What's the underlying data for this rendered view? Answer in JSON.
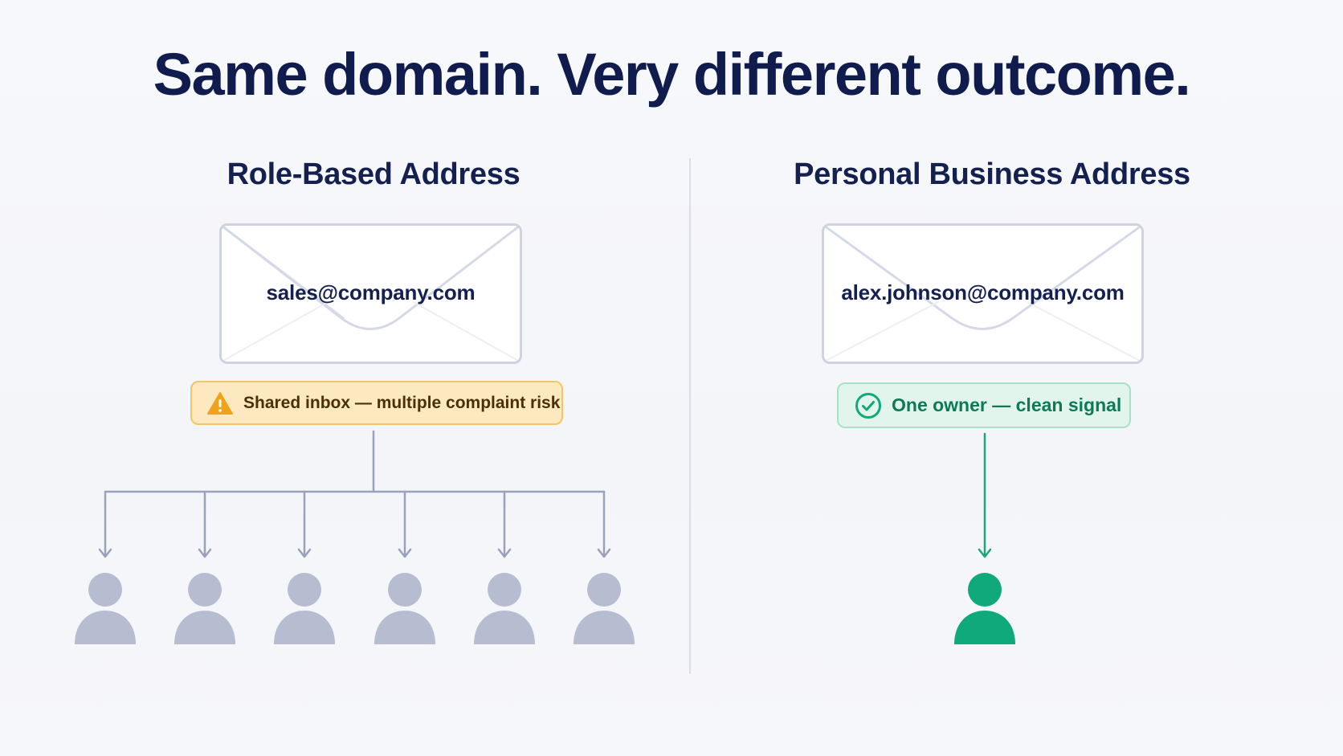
{
  "title": "Same domain. Very different outcome.",
  "left": {
    "heading": "Role-Based Address",
    "email": "sales@company.com",
    "badge_text": "Shared inbox — multiple complaint risk",
    "badge_icon": "warning-icon",
    "recipient_count": 6,
    "colors": {
      "badge_bg": "#fde9c0",
      "badge_border": "#f3c566",
      "person": "#b7bdd1",
      "connector": "#9aa1bb"
    }
  },
  "right": {
    "heading": "Personal Business Address",
    "email": "alex.johnson@company.com",
    "badge_text": "One owner — clean signal",
    "badge_icon": "check-circle-icon",
    "recipient_count": 1,
    "colors": {
      "badge_bg": "#e2f5ec",
      "badge_border": "#a9e1c8",
      "person": "#10a97b",
      "connector": "#1ea57a"
    }
  }
}
